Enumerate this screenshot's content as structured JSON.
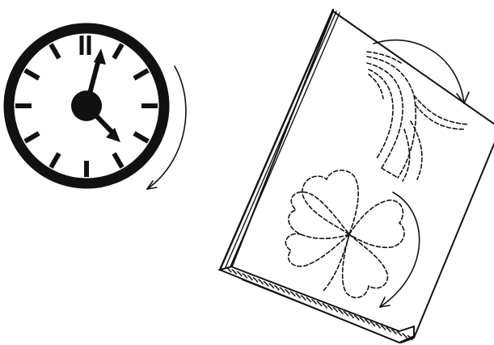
{
  "illustration": {
    "subject": "line-art",
    "colors": {
      "ink": "#111111",
      "background": "#ffffff"
    },
    "clock": {
      "hour_marks": 12,
      "time_shown": "4:02"
    },
    "icons": [
      "clock-icon",
      "rotate-arrow-icon",
      "book-icon",
      "leaf-icon",
      "clover-icon"
    ]
  }
}
